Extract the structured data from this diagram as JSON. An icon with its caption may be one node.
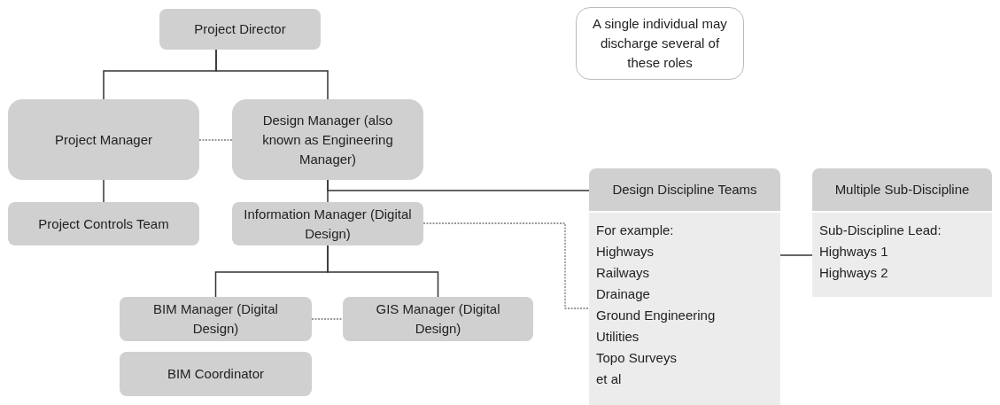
{
  "diagram": {
    "nodes": [
      {
        "text": [
          "Project Director"
        ]
      },
      {
        "text": [
          "Project Manager"
        ]
      },
      {
        "text": [
          "Design Manager (also known as Engineering Manager)"
        ]
      },
      {
        "text": [
          "Project Controls Team"
        ]
      },
      {
        "text": [
          "Information Manager (Digital Design)"
        ]
      },
      {
        "text": [
          "BIM Manager (Digital Design)"
        ]
      },
      {
        "text": [
          "GIS Manager (Digital Design)"
        ]
      },
      {
        "text": [
          "BIM Coordinator"
        ]
      },
      {
        "text": [
          "Design Discipline Teams"
        ]
      },
      {
        "text": [
          "For example:",
          "Highways",
          "Railways",
          "Drainage",
          "Ground Engineering",
          "Utilities",
          "Topo Surveys",
          "et al"
        ]
      },
      {
        "text": [
          "Multiple Sub-Discipline"
        ]
      },
      {
        "text": [
          "Sub-Discipline Lead:",
          "Highways 1",
          "Highways 2"
        ]
      },
      {
        "text": [
          "A single individual may discharge several of these roles"
        ]
      }
    ],
    "edges": [
      {
        "from": 0,
        "to": 1,
        "arrow": "none"
      },
      {
        "from": 0,
        "to": 2,
        "arrow": "none"
      },
      {
        "from": 1,
        "to": 2,
        "arrow": "none",
        "style": "dashed"
      },
      {
        "from": 1,
        "to": 3,
        "arrow": "none"
      },
      {
        "from": 2,
        "to": 4,
        "arrow": "none"
      },
      {
        "from": 2,
        "to": 8,
        "arrow": "none"
      },
      {
        "from": 4,
        "to": 5,
        "arrow": "none"
      },
      {
        "from": 4,
        "to": 6,
        "arrow": "none"
      },
      {
        "from": 5,
        "to": 6,
        "arrow": "none",
        "style": "dashed"
      },
      {
        "from": 4,
        "to": 9,
        "arrow": "none",
        "style": "dashed"
      },
      {
        "from": 9,
        "to": 11,
        "arrow": "none"
      }
    ]
  }
}
